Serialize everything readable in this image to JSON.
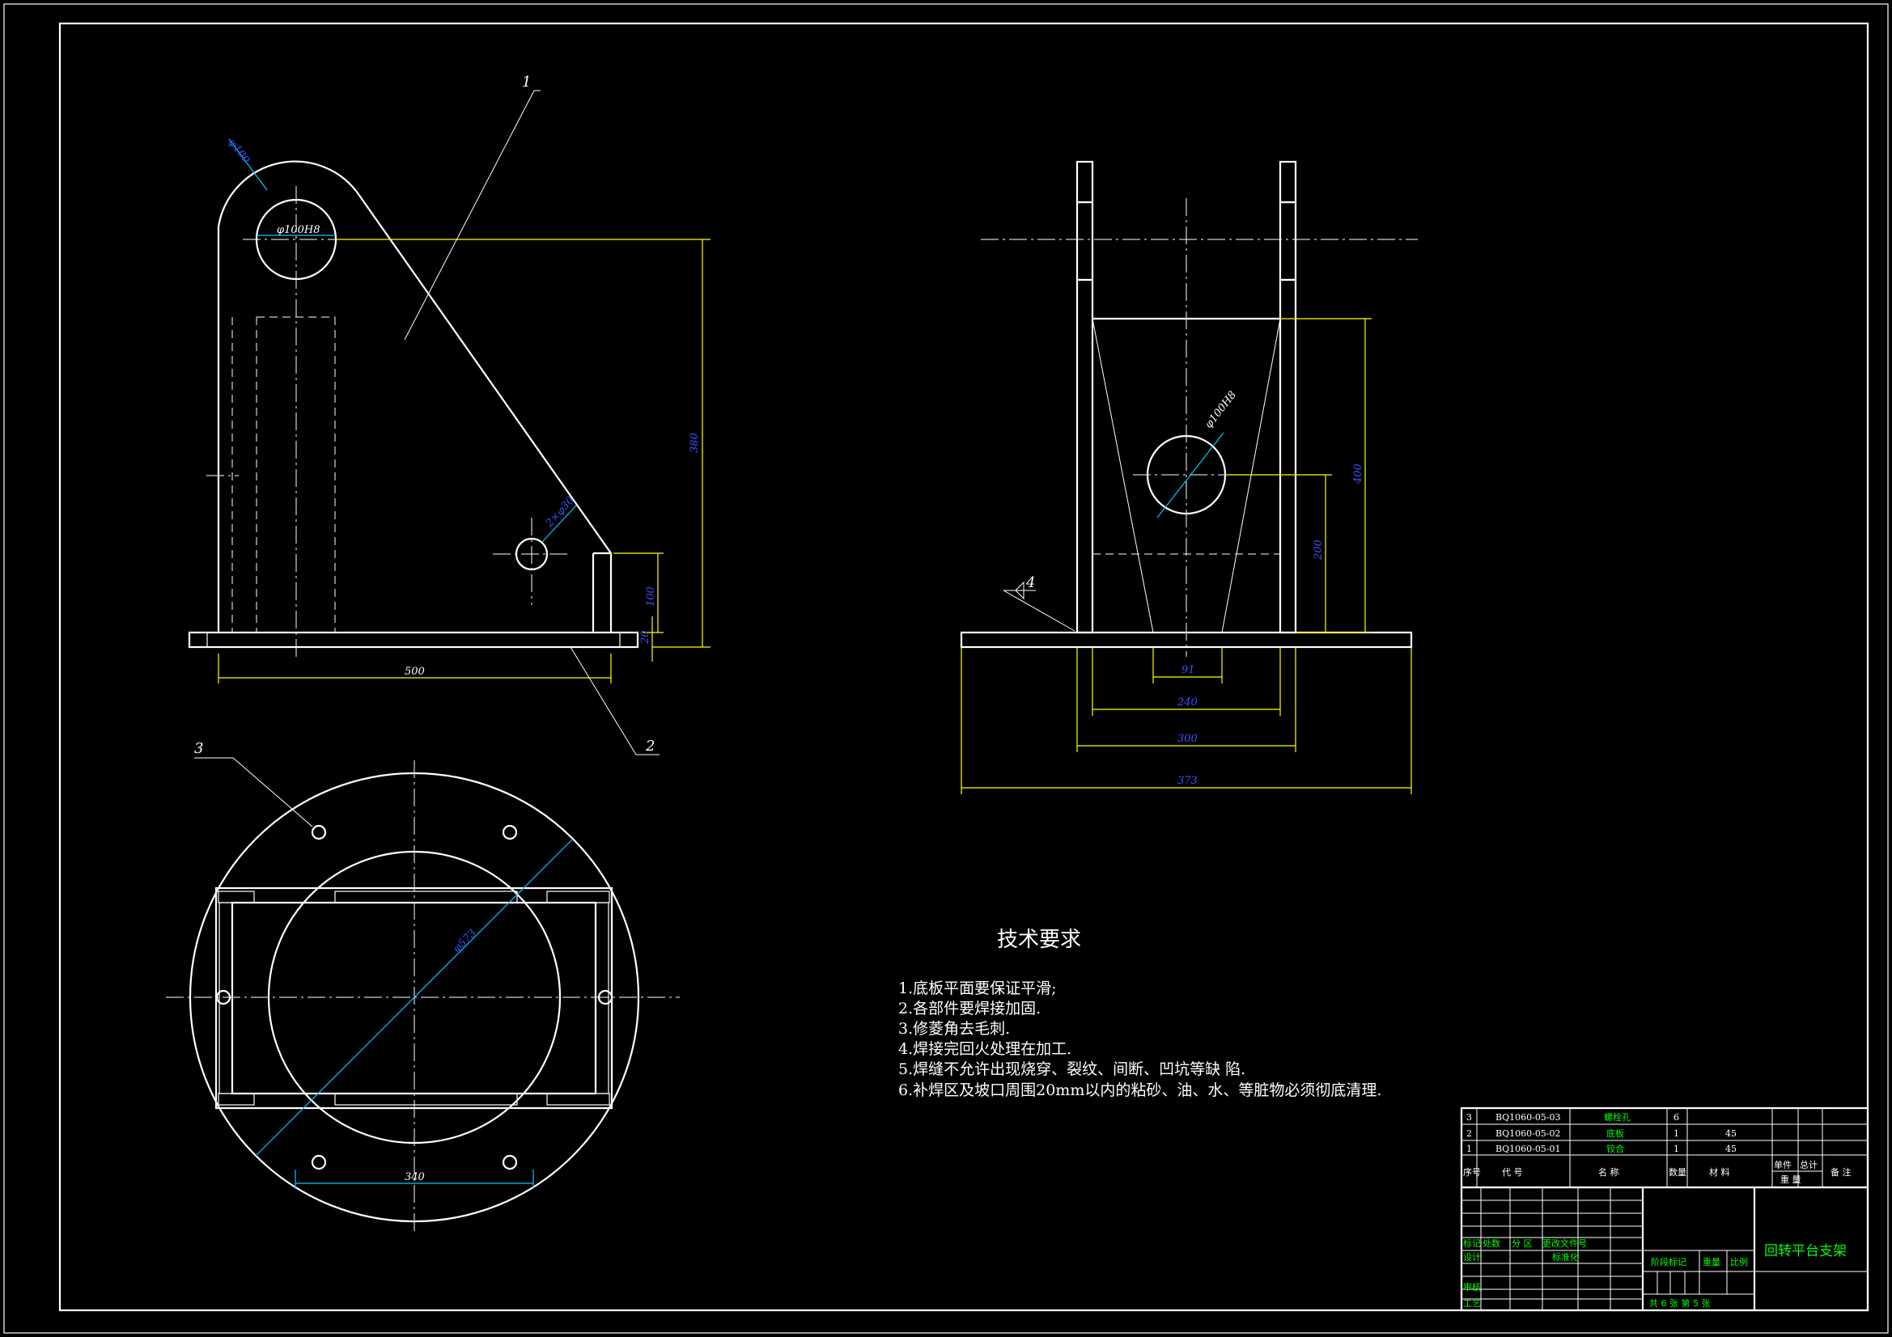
{
  "part_labels": {
    "p1": "1",
    "p2": "2",
    "p3": "3",
    "weld": "4"
  },
  "front_view": {
    "dim_top_diam": "φ100",
    "dim_hole": "φ100H8",
    "dim_small_hole": "2×φ30",
    "dim_height": "380",
    "dim_rise": "100",
    "dim_plate": "20",
    "dim_width": "500"
  },
  "side_view": {
    "dim_hole": "φ100H8",
    "dim_height_total": "400",
    "dim_height_center": "200",
    "dim_w1": "91",
    "dim_w2": "240",
    "dim_w3": "300",
    "dim_w4": "373"
  },
  "plan_view": {
    "dim_diam": "φ573",
    "dim_span": "340"
  },
  "tech_requirements": {
    "title": "技术要求",
    "items": [
      "1.底板平面要保证平滑;",
      "2.各部件要焊接加固.",
      "3.修菱角去毛刺.",
      "4.焊接完回火处理在加工.",
      "5.焊缝不允许出现烧穿、裂纹、间断、凹坑等缺 陷.",
      "6.补焊区及坡口周围20mm以内的粘砂、油、水、等脏物必须彻底清理."
    ]
  },
  "parts_list": {
    "rows": [
      {
        "no": "3",
        "code": "BQ1060-05-03",
        "name": "螺栓孔",
        "qty": "6",
        "material": ""
      },
      {
        "no": "2",
        "code": "BQ1060-05-02",
        "name": "底板",
        "qty": "1",
        "material": "45"
      },
      {
        "no": "1",
        "code": "BQ1060-05-01",
        "name": "铰合",
        "qty": "1",
        "material": "45"
      }
    ],
    "headers": {
      "no": "序号",
      "code": "代    号",
      "name": "名    称",
      "qty": "数量",
      "material": "材    料",
      "unit_weight": "单件",
      "total_weight": "总计",
      "weight": "重    量",
      "note": "备 注"
    }
  },
  "title_block": {
    "title": "回转平台支架",
    "mark": "标记",
    "count": "处数",
    "zone": "分    区",
    "change_doc": "更改文件号",
    "design": "设计",
    "standardize": "标准化",
    "review": "审核",
    "process": "工艺",
    "stage_mark": "阶段标记",
    "weight": "重量",
    "scale": "比例",
    "sheets": "共 6 张  第 5 张"
  }
}
